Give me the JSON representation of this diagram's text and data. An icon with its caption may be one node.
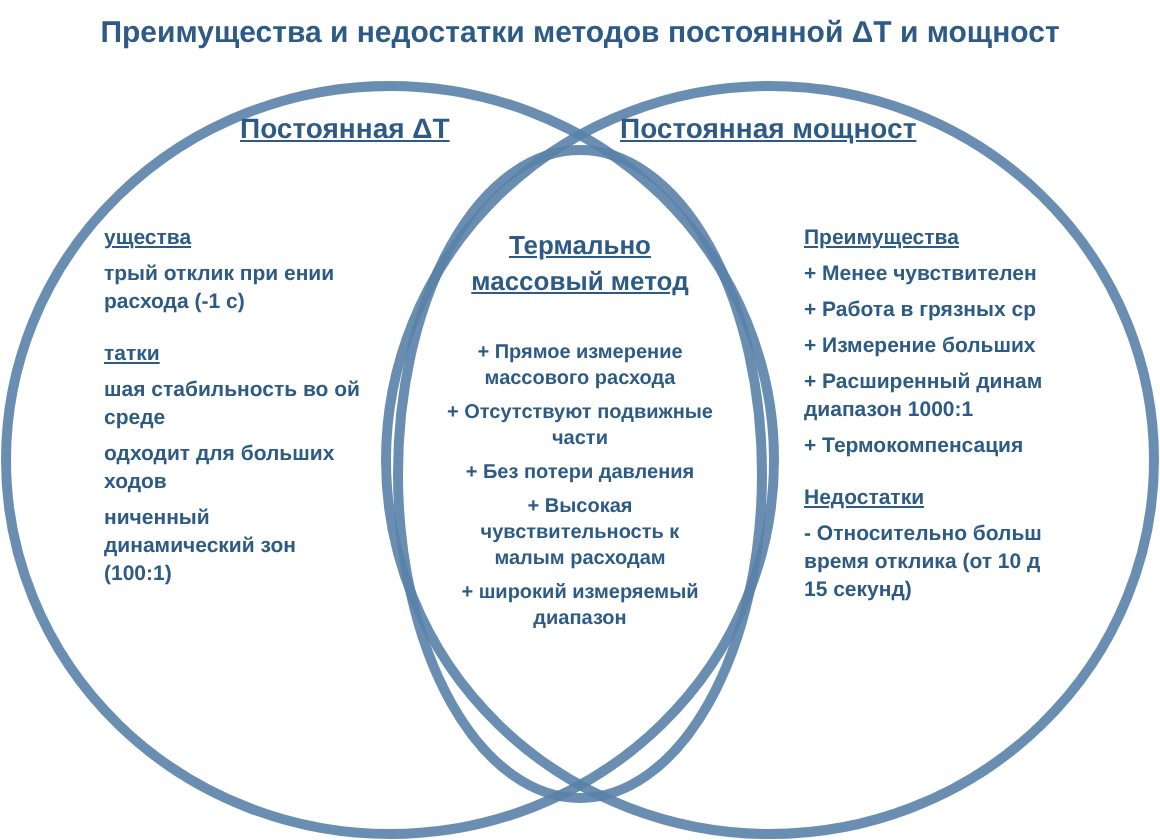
{
  "diagram": {
    "title": "Преимущества и недостатки методов постоянной ΔТ и мощност",
    "nodes": [
      {
        "text": [
          "Постоянная ΔТ",
          "ущества",
          "трый отклик при ении расхода (-1 с)",
          "татки",
          "шая стабильность во ой среде",
          "одходит для больших ходов",
          "ниченный динамический зон (100:1)"
        ]
      },
      {
        "text": [
          "Постоянная мощност",
          "Преимущества",
          "+ Менее чувствителен",
          "+ Работа в грязных ср",
          "+ Измерение больших",
          "+ Расширенный динам диапазон 1000:1",
          "+ Термокомпенсация",
          "Недостатки",
          "- Относительно больш время отклика (от 10 д 15 секунд)"
        ]
      },
      {
        "text": [
          "Термально массовый метод",
          "+ Прямое измерение массового расхода",
          "+ Отсутствуют подвижные части",
          "+ Без потери давления",
          "+ Высокая чувствительность к малым расходам",
          "+ широкий измеряемый диапазон"
        ]
      }
    ]
  }
}
